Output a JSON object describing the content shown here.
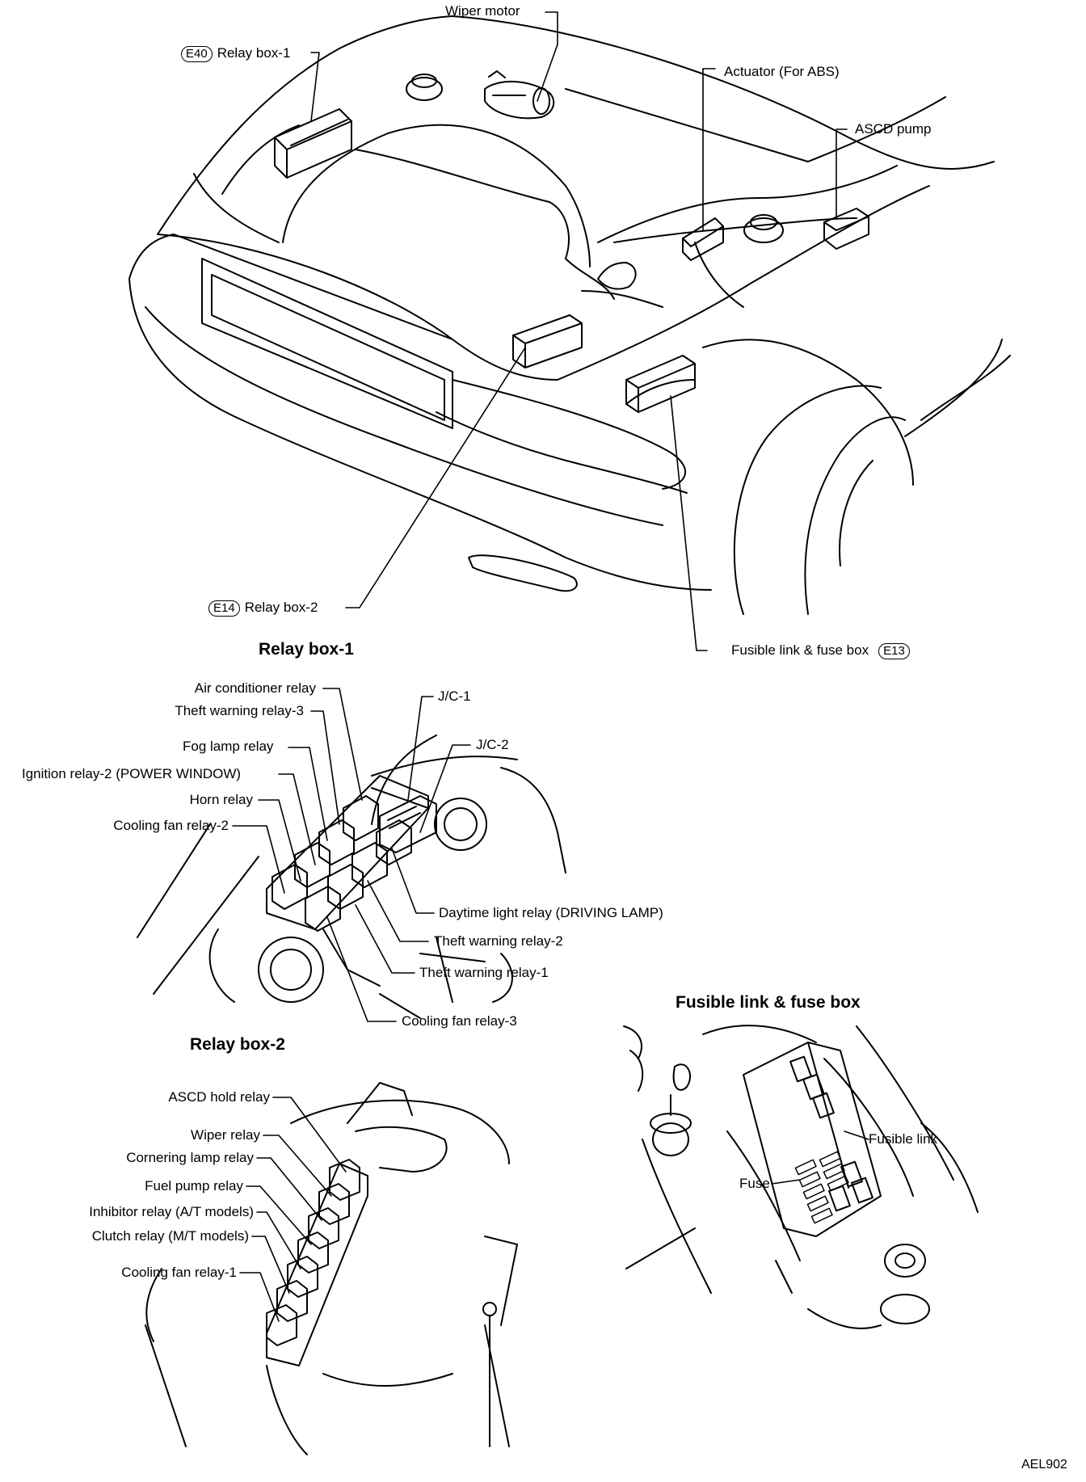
{
  "overview": {
    "wiper_motor": "Wiper motor",
    "relay_box_1": {
      "code": "E40",
      "label": "Relay box-1"
    },
    "actuator": "Actuator (For ABS)",
    "ascd_pump": "ASCD pump",
    "relay_box_2": {
      "code": "E14",
      "label": "Relay box-2"
    },
    "fuse_box": {
      "code": "E13",
      "label": "Fusible link & fuse box"
    }
  },
  "relay_box_1": {
    "title": "Relay box-1",
    "air_conditioner_relay": "Air conditioner relay",
    "theft_warning_relay_3": "Theft warning relay-3",
    "fog_lamp_relay": "Fog lamp relay",
    "ignition_relay_2": "Ignition relay-2 (POWER WINDOW)",
    "horn_relay": "Horn relay",
    "cooling_fan_relay_2": "Cooling fan relay-2",
    "jc_1": "J/C-1",
    "jc_2": "J/C-2",
    "daytime_light_relay": "Daytime light relay (DRIVING LAMP)",
    "theft_warning_relay_2": "Theft warning relay-2",
    "theft_warning_relay_1": "Theft warning relay-1",
    "cooling_fan_relay_3": "Cooling fan relay-3"
  },
  "relay_box_2": {
    "title": "Relay box-2",
    "ascd_hold_relay": "ASCD hold relay",
    "wiper_relay": "Wiper relay",
    "cornering_lamp_relay": "Cornering lamp relay",
    "fuel_pump_relay": "Fuel pump relay",
    "inhibitor_relay": "Inhibitor relay (A/T models)",
    "clutch_relay": "Clutch relay (M/T models)",
    "cooling_fan_relay_1": "Cooling fan relay-1"
  },
  "fuse_box_detail": {
    "title": "Fusible link & fuse box",
    "fusible_link": "Fusible link",
    "fuse": "Fuse"
  },
  "figure_code": "AEL902"
}
